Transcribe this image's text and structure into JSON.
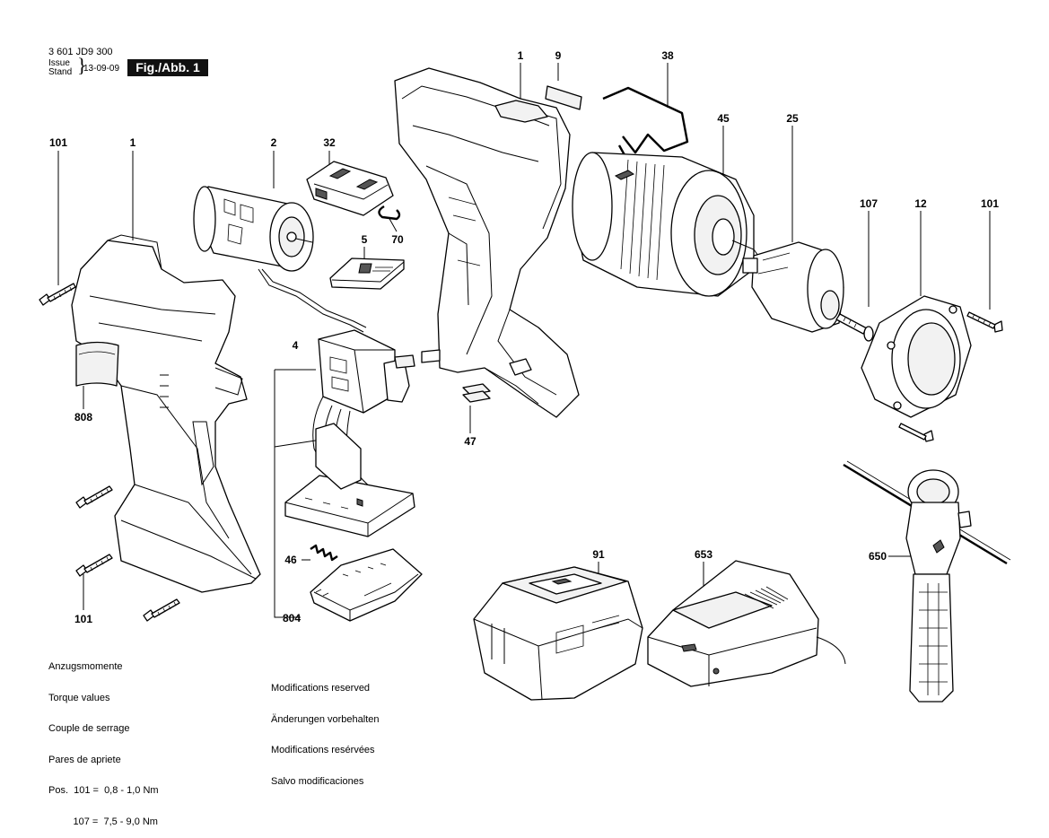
{
  "header": {
    "part_number": "3 601 JD9 300",
    "issue_label": "Issue",
    "stand_label": "Stand",
    "brace": "}",
    "date": "13-09-09",
    "figure_label": "Fig./Abb. 1"
  },
  "callouts": {
    "c101_top_left": "101",
    "c1_left": "1",
    "c808": "808",
    "c101_bottom_left": "101",
    "c2": "2",
    "c32": "32",
    "c70": "70",
    "c5": "5",
    "c4": "4",
    "c46": "46",
    "c804": "804",
    "c1_top": "1",
    "c9": "9",
    "c38": "38",
    "c47": "47",
    "c45": "45",
    "c25": "25",
    "c107": "107",
    "c12": "12",
    "c101_right": "101",
    "c650": "650",
    "c91": "91",
    "c653": "653"
  },
  "torque_notes": {
    "line1": "Anzugsmomente",
    "line2": "Torque values",
    "line3": "Couple de serrage",
    "line4": "Pares de apriete",
    "line5": "Pos.  101 =  0,8 - 1,0 Nm",
    "line6": "         107 =  7,5 - 9,0 Nm"
  },
  "modification_notes": {
    "line1": "Modifications reserved",
    "line2": "Änderungen vorbehalten",
    "line3": "Modifications resérvées",
    "line4": "Salvo modificaciones"
  }
}
